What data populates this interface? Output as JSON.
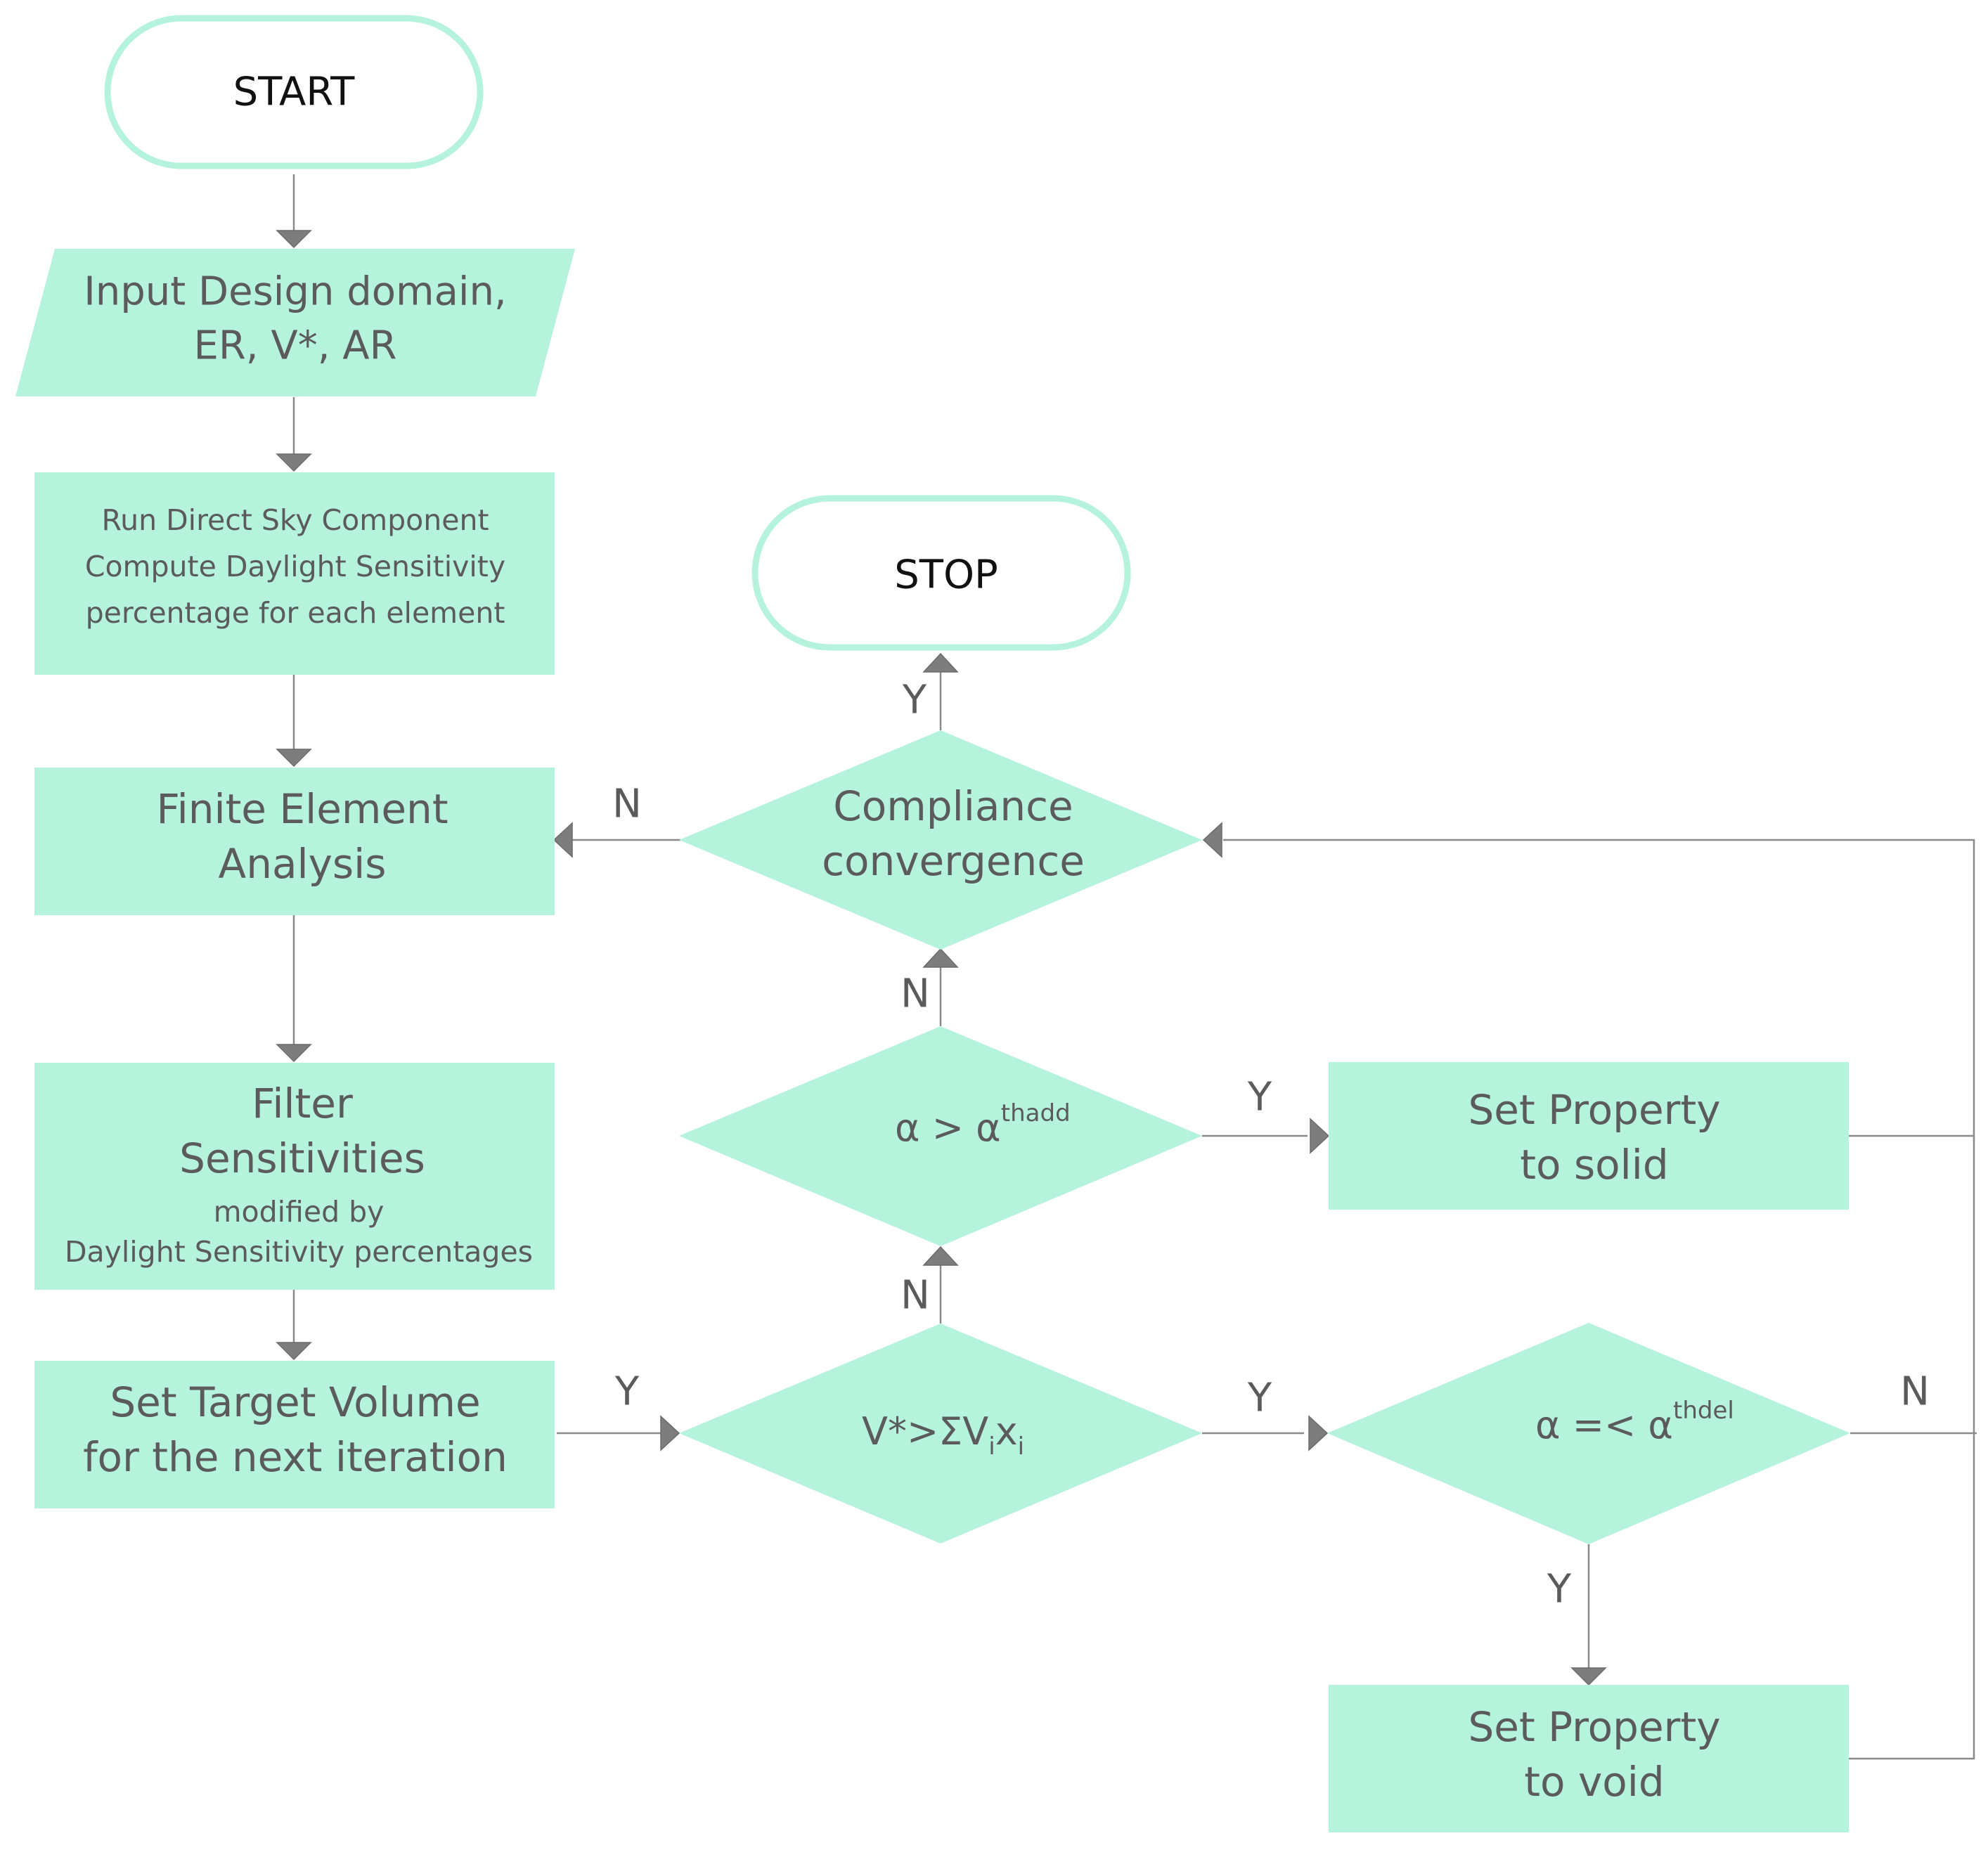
{
  "colors": {
    "shape_fill": "#b5f3dc",
    "terminal_border": "#b5f3dc",
    "connector": "#8a8a8a",
    "text": "#5b5b5b"
  },
  "nodes": {
    "start": {
      "label": "START"
    },
    "input": {
      "line1": "Input Design domain,",
      "line2": "ER, V*, AR"
    },
    "dsc": {
      "line1": "Run Direct Sky Component",
      "line2": "Compute Daylight Sensitivity",
      "line3": "percentage for each element"
    },
    "fea": {
      "line1": "Finite Element",
      "line2": "Analysis"
    },
    "filter": {
      "line1": "Filter",
      "line2": "Sensitivities",
      "line3": "modified by",
      "line4": "Daylight Sensitivity percentages"
    },
    "target": {
      "line1": "Set Target Volume",
      "line2": "for the next iteration"
    },
    "stop": {
      "label": "STOP"
    },
    "compliance": {
      "line1": "Compliance",
      "line2": "convergence"
    },
    "alpha_add": {
      "base": "α > α",
      "sup": "thadd"
    },
    "volume_check": {
      "base": "V*>ΣV",
      "sub1": "i",
      "mid": "x",
      "sub2": "i"
    },
    "alpha_del": {
      "base": "α =< α",
      "sup": "thdel"
    },
    "set_solid": {
      "line1": "Set Property",
      "line2": "to solid"
    },
    "set_void": {
      "line1": "Set Property",
      "line2": "to void"
    }
  },
  "edge_labels": {
    "compliance_yes": "Y",
    "compliance_no": "N",
    "alpha_add_yes": "Y",
    "alpha_add_no": "N",
    "volume_no": "N",
    "target_yes": "Y",
    "volume_yes": "Y",
    "alpha_del_no": "N",
    "alpha_del_yes": "Y"
  }
}
